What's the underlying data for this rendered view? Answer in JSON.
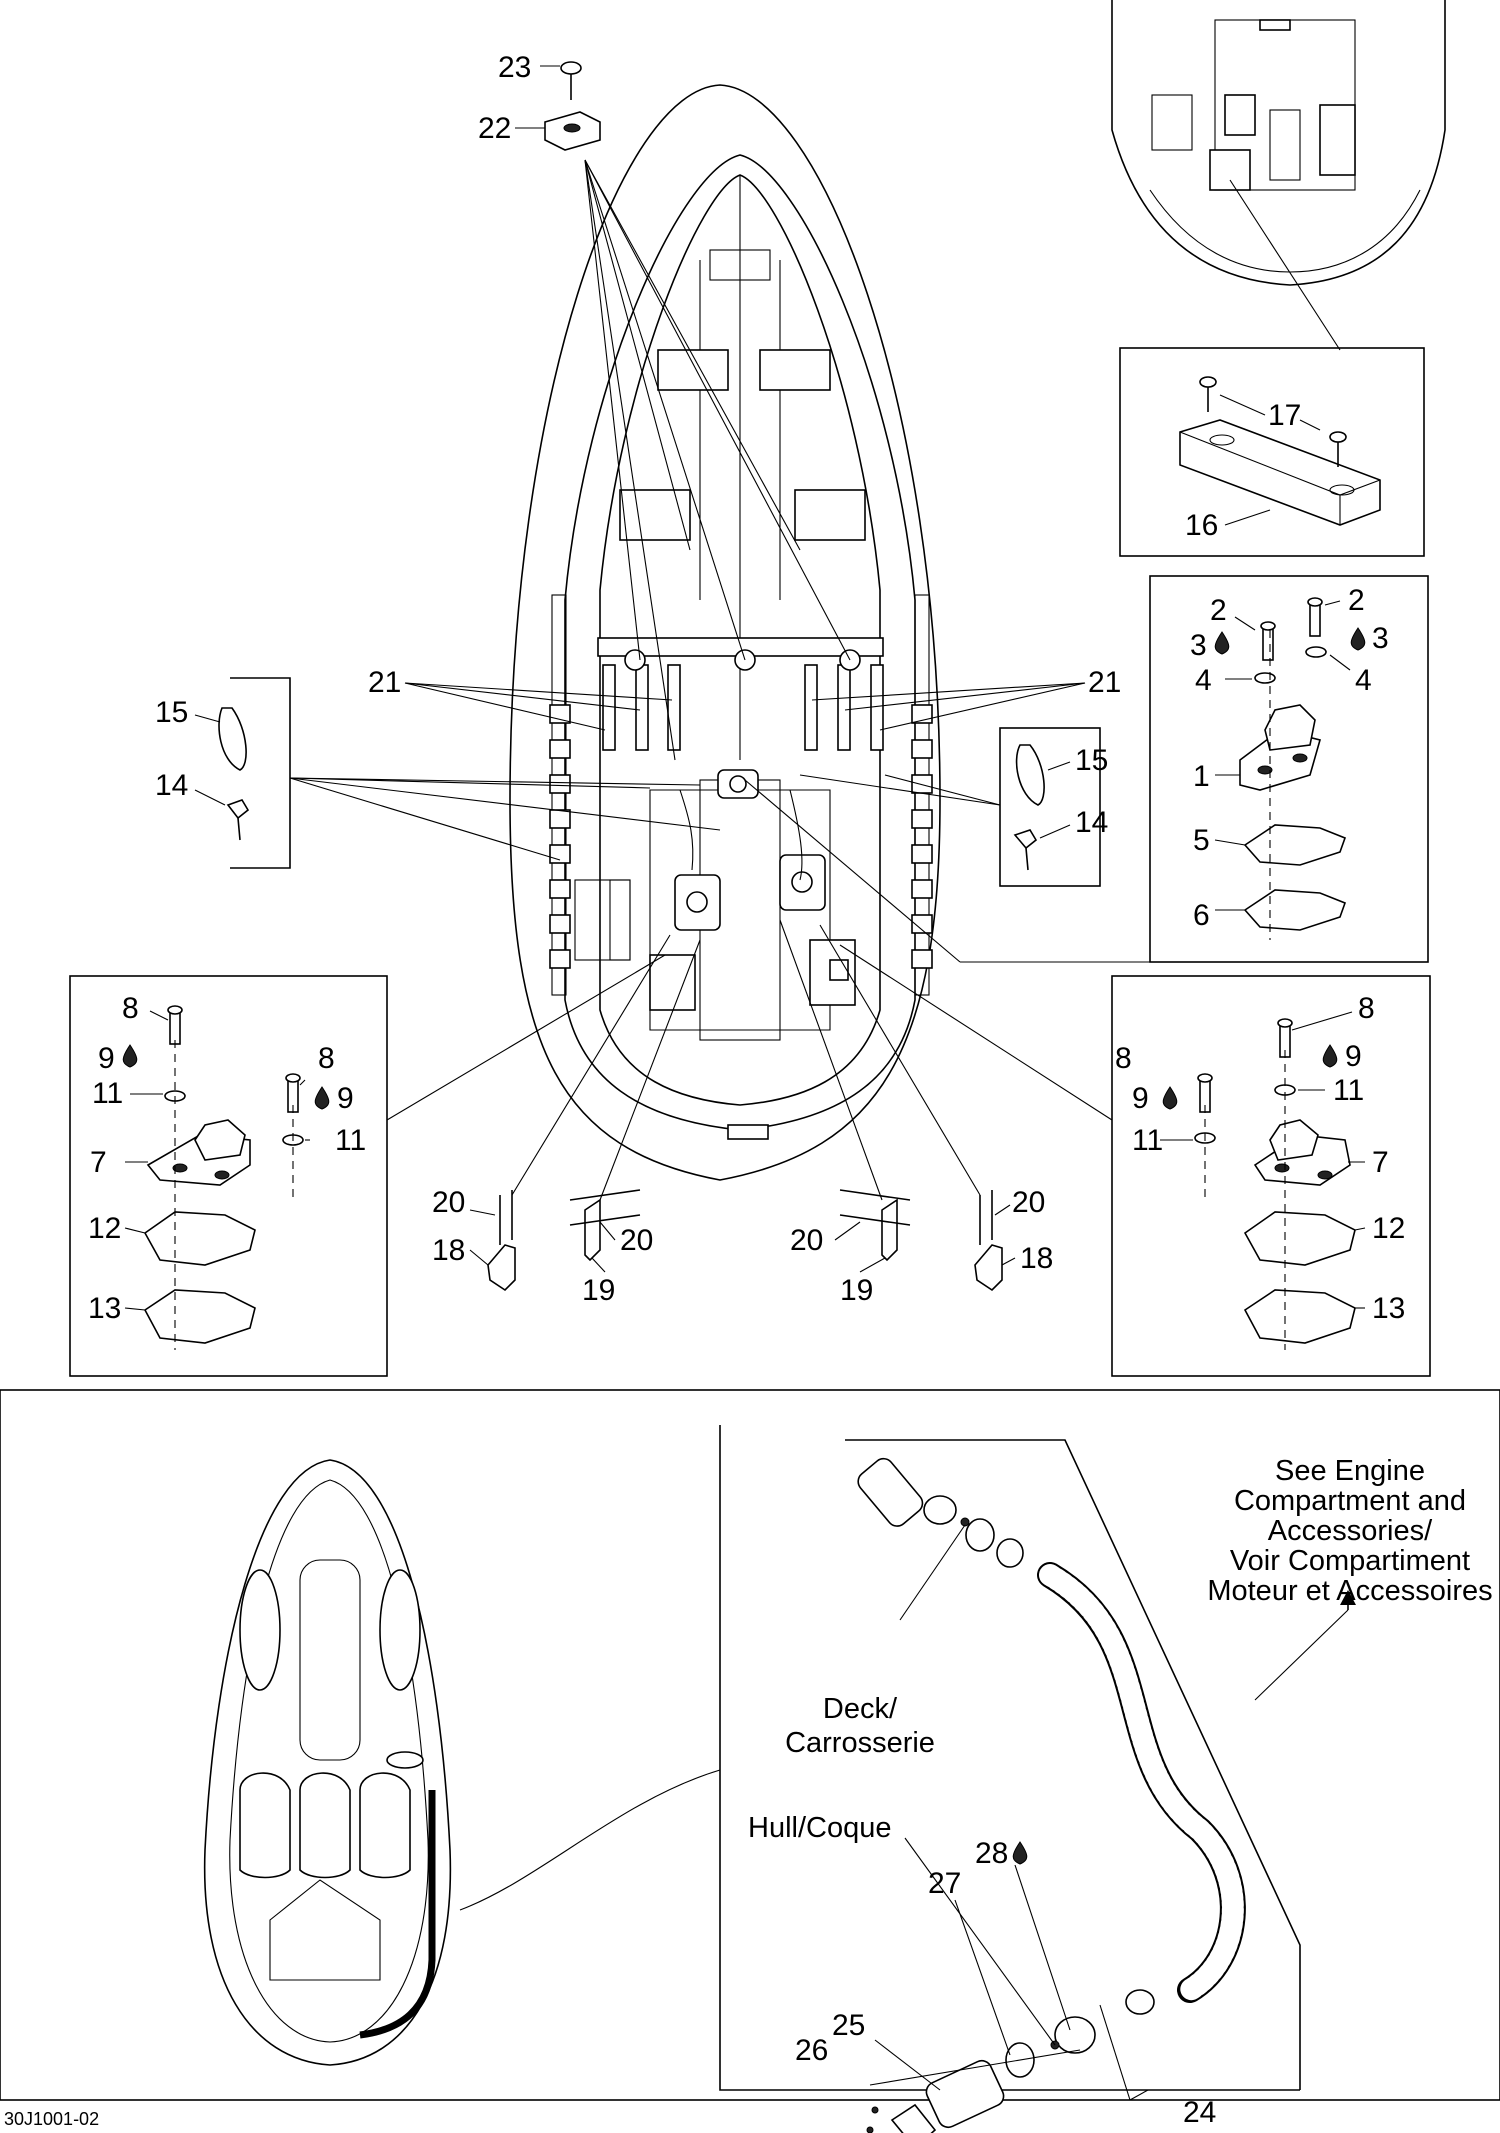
{
  "diagram": {
    "drawing_code": "30J1001-02",
    "callouts": {
      "c1": "1",
      "c2a": "2",
      "c2b": "2",
      "c3a": "3",
      "c3b": "3",
      "c4a": "4",
      "c4b": "4",
      "c5": "5",
      "c6": "6",
      "c7a": "7",
      "c7b": "7",
      "c8a": "8",
      "c8b": "8",
      "c8c": "8",
      "c8d": "8",
      "c9a": "9",
      "c9b": "9",
      "c9c": "9",
      "c9d": "9",
      "c11a": "11",
      "c11b": "11",
      "c11c": "11",
      "c11d": "11",
      "c12a": "12",
      "c12b": "12",
      "c13a": "13",
      "c13b": "13",
      "c14a": "14",
      "c14b": "14",
      "c15a": "15",
      "c15b": "15",
      "c16": "16",
      "c17": "17",
      "c18a": "18",
      "c18b": "18",
      "c19a": "19",
      "c19b": "19",
      "c20a": "20",
      "c20b": "20",
      "c20c": "20",
      "c20d": "20",
      "c21a": "21",
      "c21b": "21",
      "c22": "22",
      "c23": "23",
      "c24": "24",
      "c25": "25",
      "c26": "26",
      "c27": "27",
      "c28": "28"
    },
    "notes": {
      "see_engine_1": "See Engine",
      "see_engine_2": "Compartment and",
      "see_engine_3": "Accessories/",
      "see_engine_4": "Voir Compartiment",
      "see_engine_5": "Moteur et Accessoires",
      "deck_1": "Deck/",
      "deck_2": "Carrosserie",
      "hull": "Hull/Coque"
    }
  }
}
